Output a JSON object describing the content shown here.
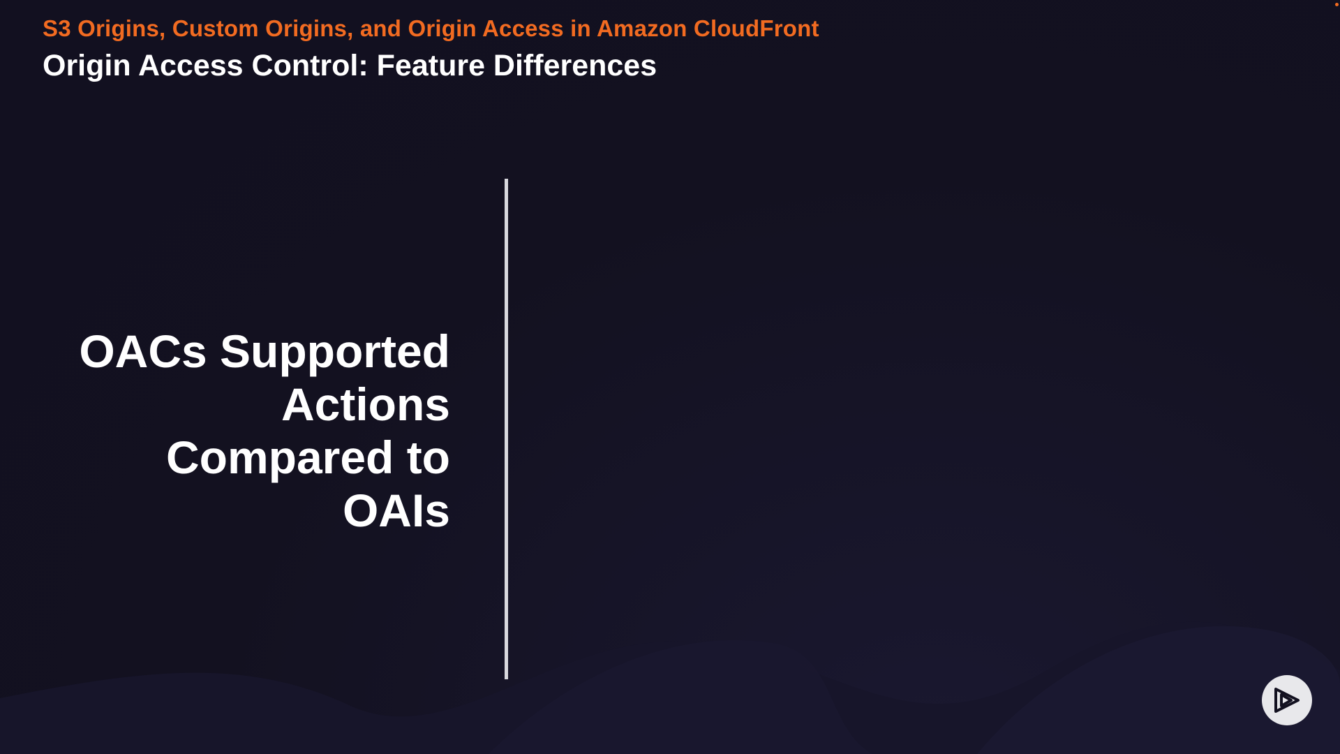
{
  "header": {
    "course_title": "S3 Origins, Custom Origins, and Origin Access in Amazon CloudFront",
    "module_title": "Origin Access Control: Feature Differences"
  },
  "section": {
    "heading_lines": [
      "OACs Supported",
      "Actions",
      "Compared to",
      "OAIs"
    ]
  },
  "branding": {
    "icon": "play-logo-icon"
  },
  "colors": {
    "background": "#131120",
    "accent": "#f26b21",
    "text": "#ffffff",
    "divider": "#d9d9de"
  }
}
